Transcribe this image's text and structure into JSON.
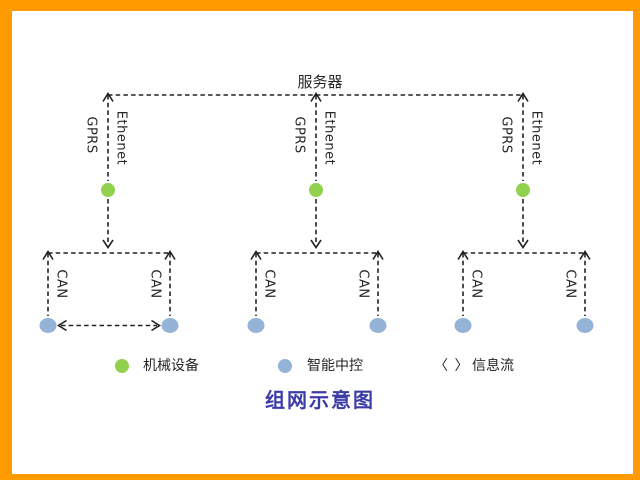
{
  "frame": {
    "border_color": "#FF9A00",
    "background": "#FFFFFF"
  },
  "diagram": {
    "server_label": "服务器",
    "link_labels": {
      "gprs": "GPRS",
      "ethernet": "Ethenet",
      "can": "CAN"
    },
    "colors": {
      "machine_node": "#92D050",
      "controller_node": "#95B3D7",
      "line": "#222222",
      "title": "#3C3CA6"
    },
    "branch_count": 3
  },
  "legend": {
    "items": [
      {
        "marker": "green-dot",
        "label": "机械设备"
      },
      {
        "marker": "blue-dot",
        "label": "智能中控"
      },
      {
        "marker": "angle-brackets",
        "symbol": "〈 〉",
        "label": "信息流"
      }
    ]
  },
  "title": {
    "text": "组网示意图"
  }
}
